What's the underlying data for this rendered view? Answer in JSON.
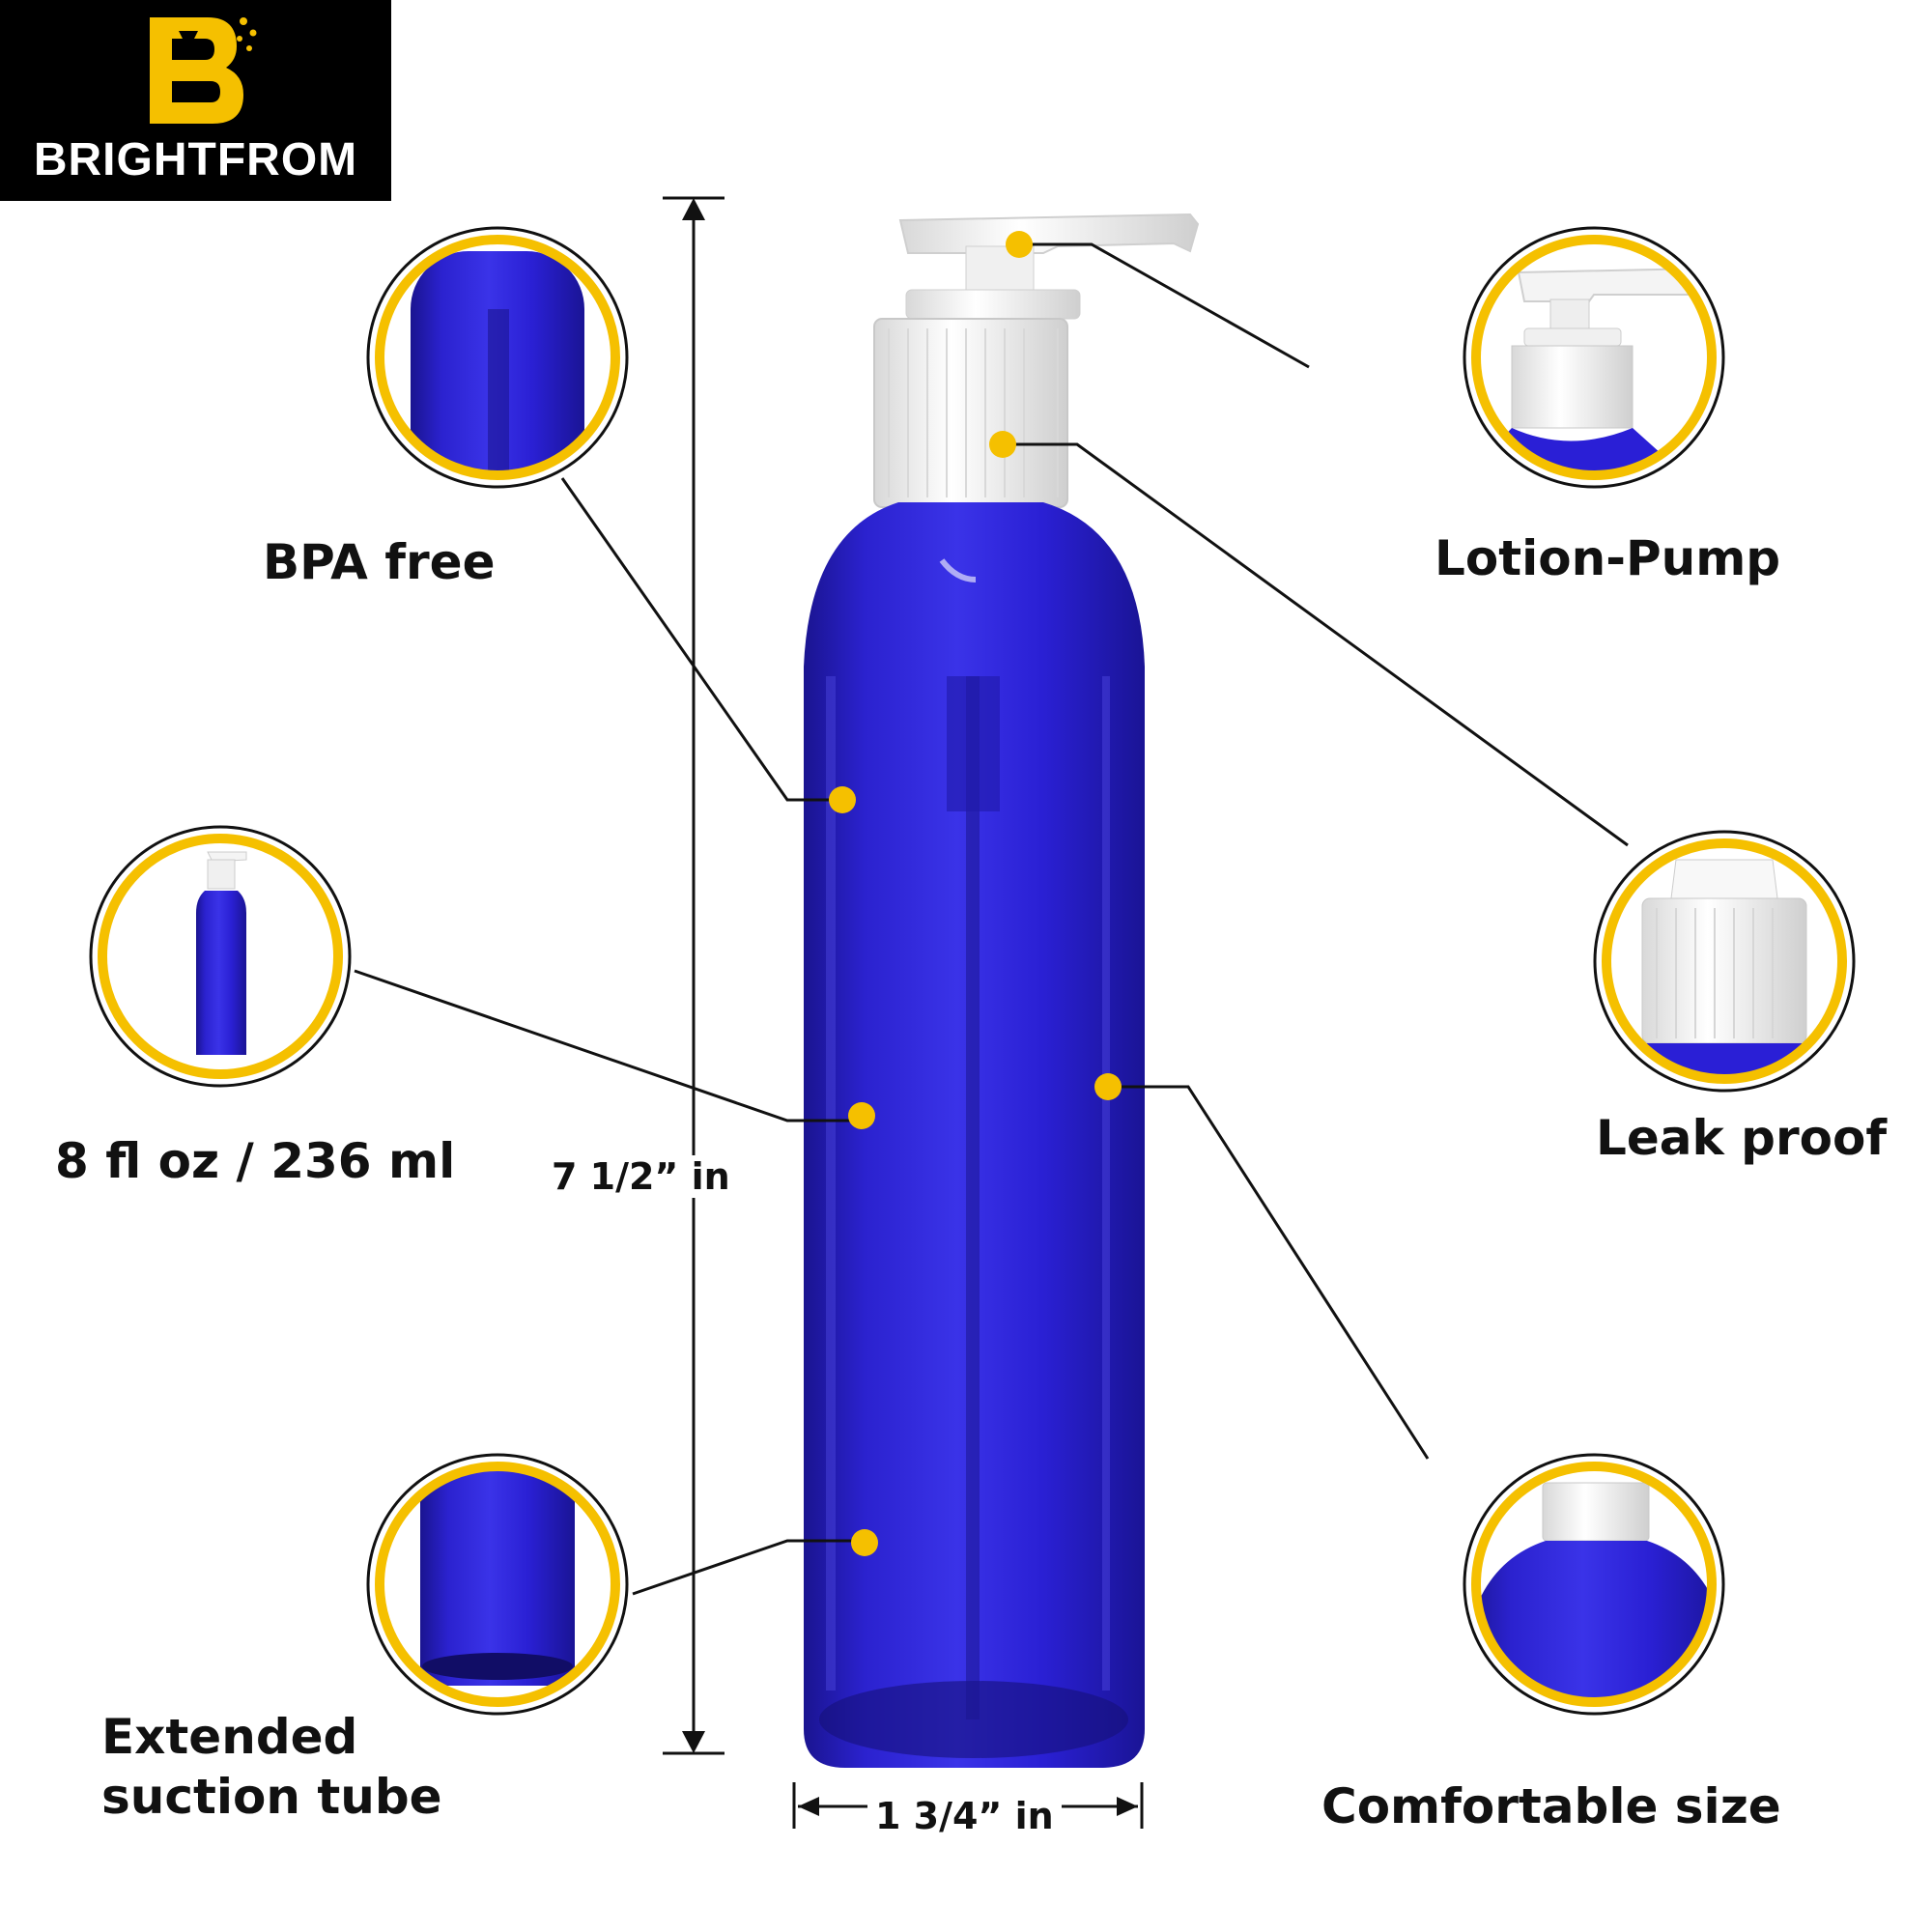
{
  "brand": {
    "name": "BRIGHTFROM",
    "logo_letter": "B"
  },
  "features": {
    "bpa_free": "BPA free",
    "volume": "8 fl oz / 236 ml",
    "suction_tube": [
      "Extended",
      "suction tube"
    ],
    "lotion_pump": "Lotion-Pump",
    "leak_proof": "Leak proof",
    "comfortable_size": "Comfortable size"
  },
  "dimensions": {
    "height": "7 1/2” in",
    "width": "1 3/4” in"
  },
  "colors": {
    "bottle_blue": "#2a1fd6",
    "accent_yellow": "#f5c000",
    "pump_white": "#f4f4f4",
    "logo_bg": "#000000",
    "ink": "#111111"
  },
  "icons": [
    "logo-mark-icon",
    "bottle-icon",
    "pump-icon",
    "cap-icon"
  ]
}
